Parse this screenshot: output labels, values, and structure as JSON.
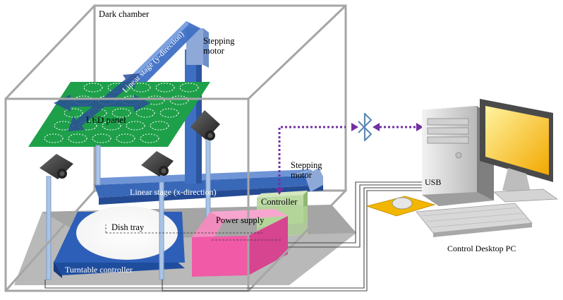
{
  "labels": {
    "dark_chamber": "Dark chamber",
    "stepping_motor_top": [
      "Stepping",
      "motor"
    ],
    "linear_stage_y": "Linear stage (y-direction)",
    "led_panel": "LED panel",
    "linear_stage_x": "Linear stage (x-direction)",
    "stepping_motor_right": [
      "Stepping",
      "motor"
    ],
    "controller": "Controller",
    "dish_tray": "Dish tray",
    "power_supply": "Power supply",
    "turntable_controller": "Turntable controller",
    "usb": "USB",
    "pc": "Control Desktop PC"
  },
  "icons": {
    "wireless": "bluetooth-icon"
  },
  "colors": {
    "chamber_outline": "#a6a6a6",
    "led_panel": "#1ea04a",
    "stage": "#3f6fc4",
    "controller": "#b4d69a",
    "power_supply": "#f05aa6",
    "turntable": "#2e5fb8",
    "wireless_link": "#7030a0",
    "monitor_screen": "#ffc000"
  }
}
